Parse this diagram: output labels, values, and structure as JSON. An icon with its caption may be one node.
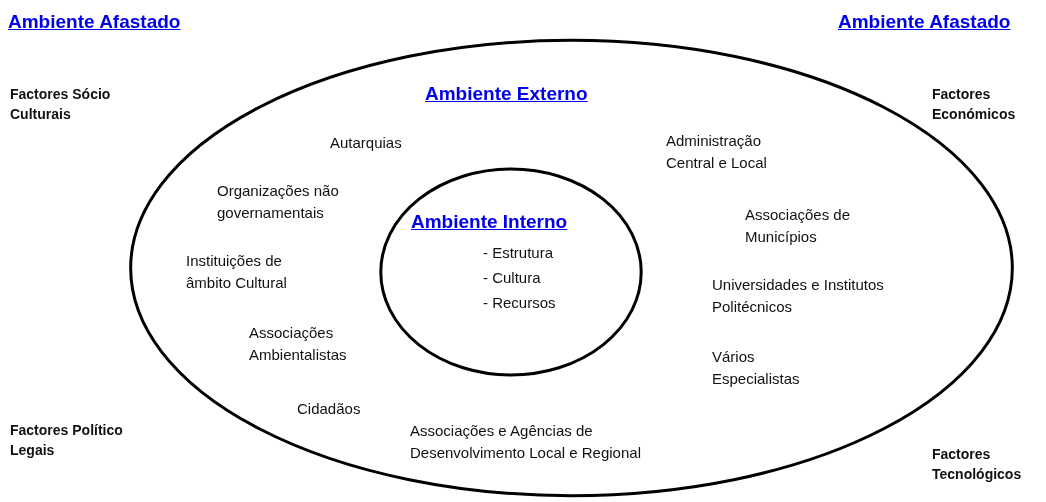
{
  "diagram": {
    "nodes": [
      {
        "text": [
          "Ambiente Externo",
          "Autarquias",
          "Organizações não governamentais",
          "Instituições de âmbito Cultural",
          "Associações Ambientalistas",
          "Cidadãos",
          "Associações e Agências de Desenvolvimento Local e Regional",
          "Administração Central e Local",
          "Associações de Municípios",
          "Universidades e Institutos Politécnicos",
          "Vários Especialistas"
        ]
      },
      {
        "text": [
          "Ambiente Interno",
          "- Estrutura",
          "- Cultura",
          "- Recursos"
        ],
        "in": 0
      }
    ],
    "labels": [
      "Ambiente Afastado",
      "Ambiente Afastado",
      "Factores Sócio Culturais",
      "Factores Económicos",
      "Factores Político Legais",
      "Factores Tecnológicos"
    ]
  }
}
